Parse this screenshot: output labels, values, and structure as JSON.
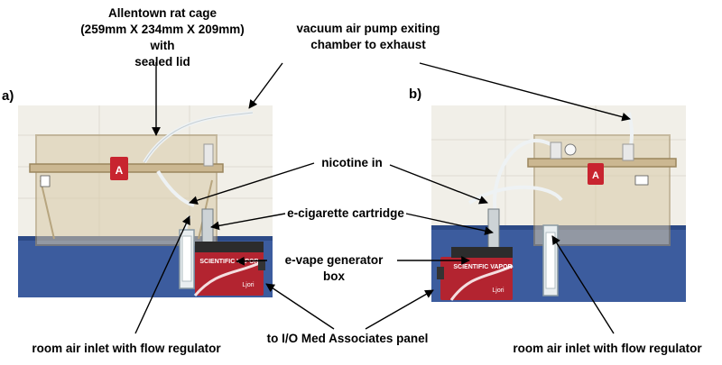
{
  "panels": {
    "a": "a)",
    "b": "b)"
  },
  "labels": {
    "cage": "Allentown rat cage\n(259mm X 234mm X 209mm) with\nsealed lid",
    "pump": "vacuum air pump exiting\nchamber to exhaust",
    "nicotine": "nicotine in",
    "cartridge": "e-cigarette cartridge",
    "generator": "e-vape generator\nbox",
    "inlet_left": "room air inlet with flow regulator",
    "panel_io": "to I/O Med Associates panel",
    "inlet_right": "room air inlet with flow regulator"
  },
  "device": {
    "brand": "SCIENTIFIC VAPOR",
    "maker": "Ljori",
    "cage_tag": "A"
  },
  "colors": {
    "vapor_box": "#b32430",
    "wall": "#f1efe8",
    "bench": "#3c5c9e",
    "cage": "#d9c9a8",
    "tag": "#c8242f"
  }
}
